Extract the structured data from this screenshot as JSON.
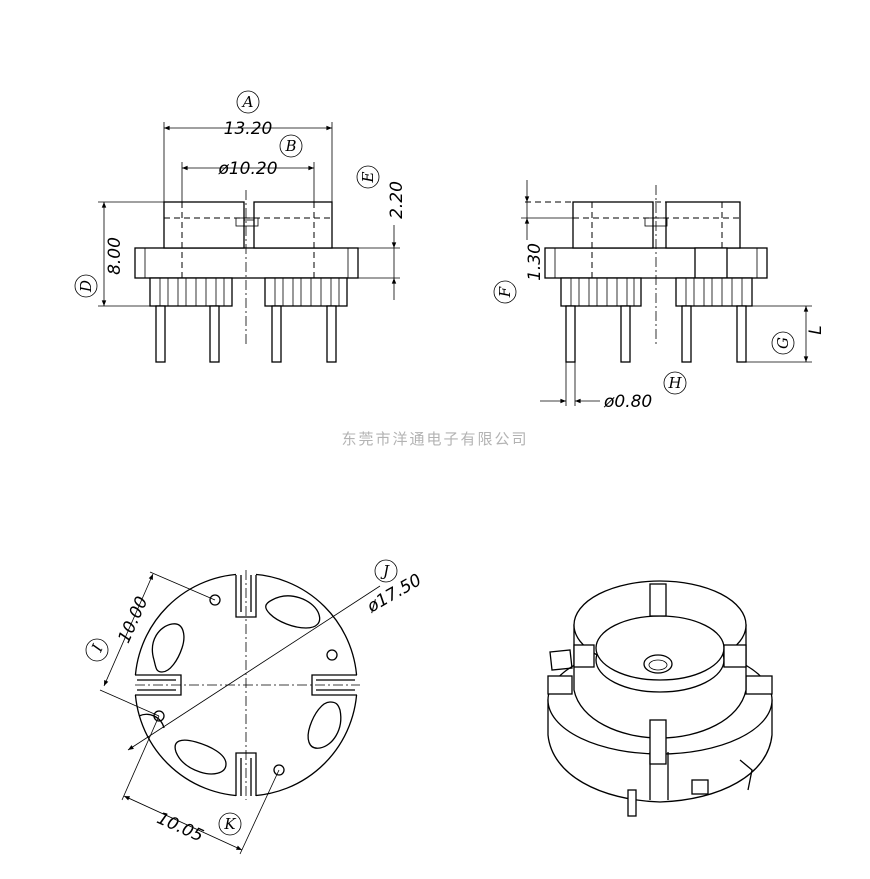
{
  "watermark": "东莞市洋通电子有限公司",
  "dimensions": {
    "A": "13.20",
    "B": "ø10.20",
    "D": "8.00",
    "E": "2.20",
    "F": "1.30",
    "G": "L",
    "H": "ø0.80",
    "I": "10.00",
    "J": "ø17.50",
    "K": "10.05"
  },
  "labels": {
    "A": "A",
    "B": "B",
    "D": "D",
    "E": "E",
    "F": "F",
    "G": "G",
    "H": "H",
    "I": "I",
    "J": "J",
    "K": "K"
  }
}
